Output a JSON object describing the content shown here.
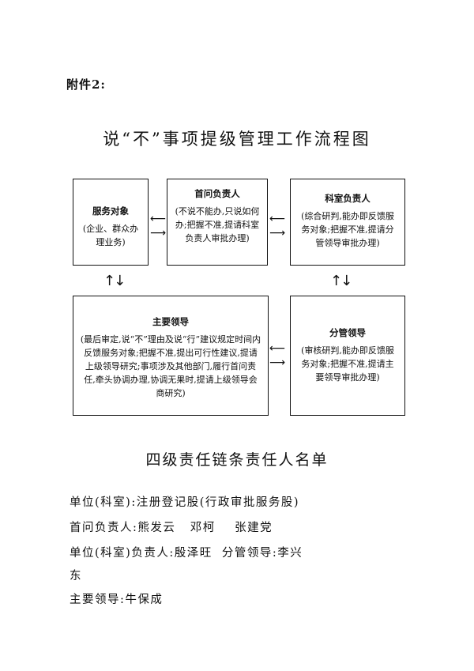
{
  "attachment_label": "附件2:",
  "flow_title": "说“不”事项提级管理工作流程图",
  "boxes": {
    "service": {
      "title": "服务对象",
      "desc": "(企业、群众办理业务)"
    },
    "first": {
      "title": "首问负责人",
      "desc": "(不说不能办,只说如何办;把握不准,提请科室负责人审批办理)"
    },
    "section": {
      "title": "科室负责人",
      "desc": "(综合研判,能办即反馈服务对象;把握不准,提请分管领导审批办理)"
    },
    "main": {
      "title": "主要领导",
      "desc": "(最后审定,说“不”理由及说“行”建议规定时间内反馈服务对象;把握不准,提出可行性建议,提请上级领导研究;事项涉及其他部门,履行首问责任,牵头协调办理,协调无果时,提请上级领导会商研究)"
    },
    "branch": {
      "title": "分管领导",
      "desc": "(审核研判,能办即反馈服务对象;把握不准,提请主要领导审批办理)"
    }
  },
  "arrows": {
    "left": "⟵",
    "right": "⟶",
    "updown": "↑↓"
  },
  "list_title": "四级责任链条责任人名单",
  "list_lines": [
    "单位(科室):注册登记股(行政审批服务股)",
    "首问负责人:熊发云   邓柯    张建党",
    "单位(科室)负责人:殷泽旺  分管领导:李兴",
    "东",
    "主要领导:牛保成"
  ]
}
